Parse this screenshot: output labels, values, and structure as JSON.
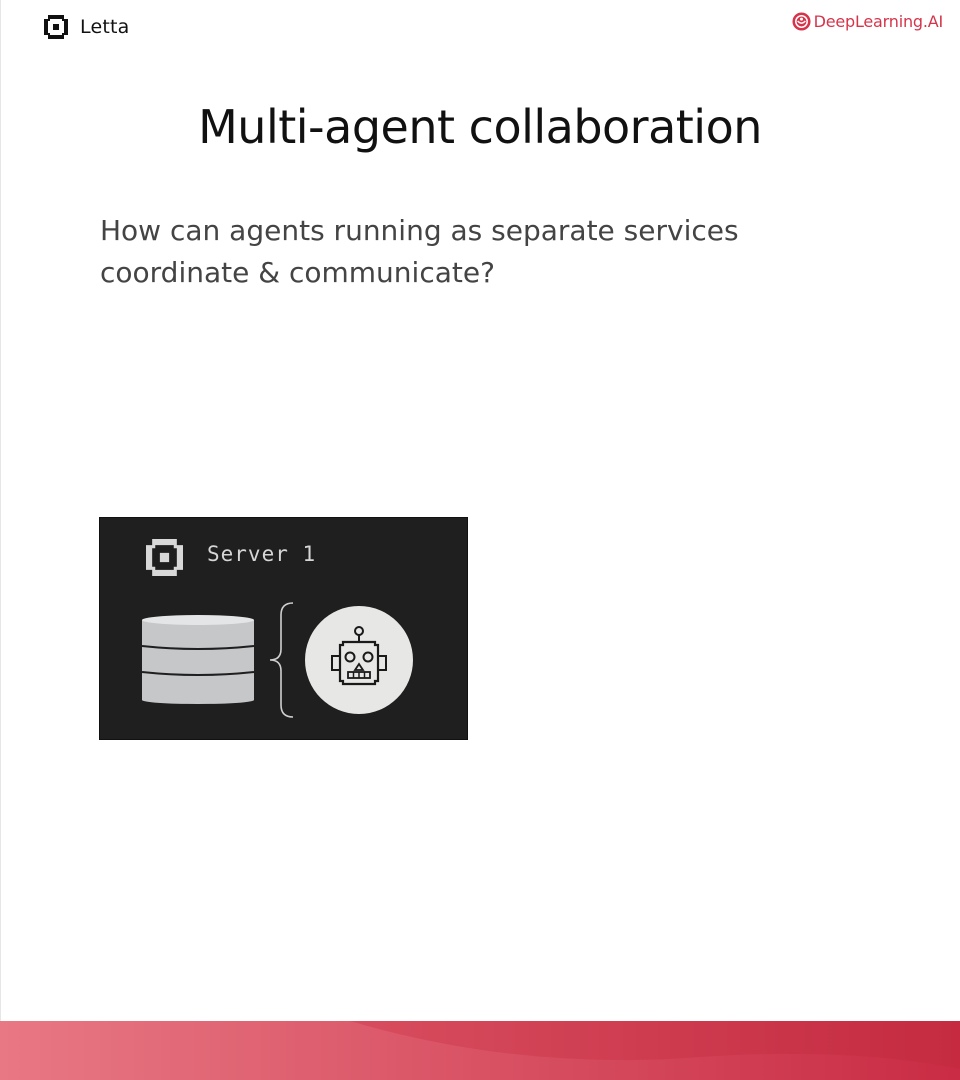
{
  "header": {
    "brand_name": "Letta",
    "partner_name": "DeepLearning.AI",
    "partner_color": "#d6344a"
  },
  "slide": {
    "title": "Multi-agent collaboration",
    "subtitle_lines": [
      "How can agents running as separate services",
      "coordinate & communicate?"
    ]
  },
  "diagram": {
    "server_label": "Server 1",
    "icons": [
      "letta-logo-icon",
      "database-icon",
      "brace-icon",
      "robot-icon"
    ]
  },
  "colors": {
    "card_bg": "#1f1f1f",
    "footer_start": "#e87884",
    "footer_end": "#c92c44"
  }
}
